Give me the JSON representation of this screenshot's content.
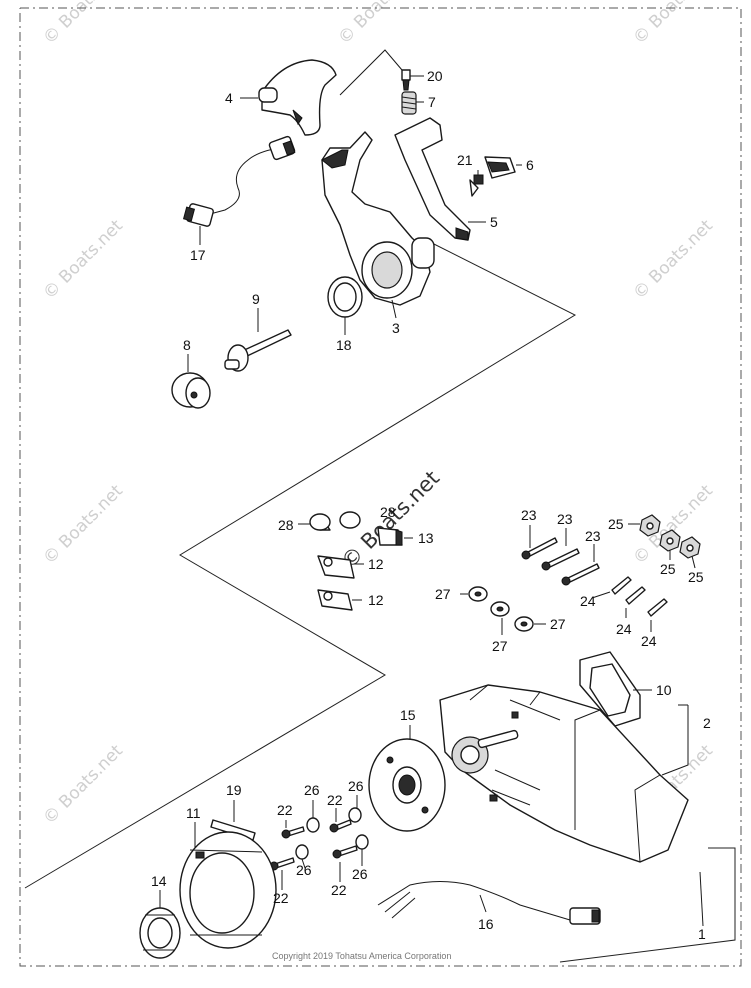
{
  "watermark": {
    "text": "© Boats.net"
  },
  "copyright": "Copyright 2019 Tohatsu America Corporation",
  "callouts": {
    "c1": "1",
    "c2": "2",
    "c3": "3",
    "c4": "4",
    "c5": "5",
    "c6": "6",
    "c7": "7",
    "c8": "8",
    "c9": "9",
    "c10": "10",
    "c11": "11",
    "c12a": "12",
    "c12b": "12",
    "c13": "13",
    "c14": "14",
    "c15": "15",
    "c16": "16",
    "c17": "17",
    "c18": "18",
    "c19": "19",
    "c20": "20",
    "c21": "21",
    "c22a": "22",
    "c22b": "22",
    "c22c": "22",
    "c22d": "22",
    "c23a": "23",
    "c23b": "23",
    "c23c": "23",
    "c24a": "24",
    "c24b": "24",
    "c24c": "24",
    "c25a": "25",
    "c25b": "25",
    "c25c": "25",
    "c26a": "26",
    "c26b": "26",
    "c26c": "26",
    "c26d": "26",
    "c27a": "27",
    "c27b": "27",
    "c27c": "27",
    "c28a": "28",
    "c28b": "28"
  }
}
